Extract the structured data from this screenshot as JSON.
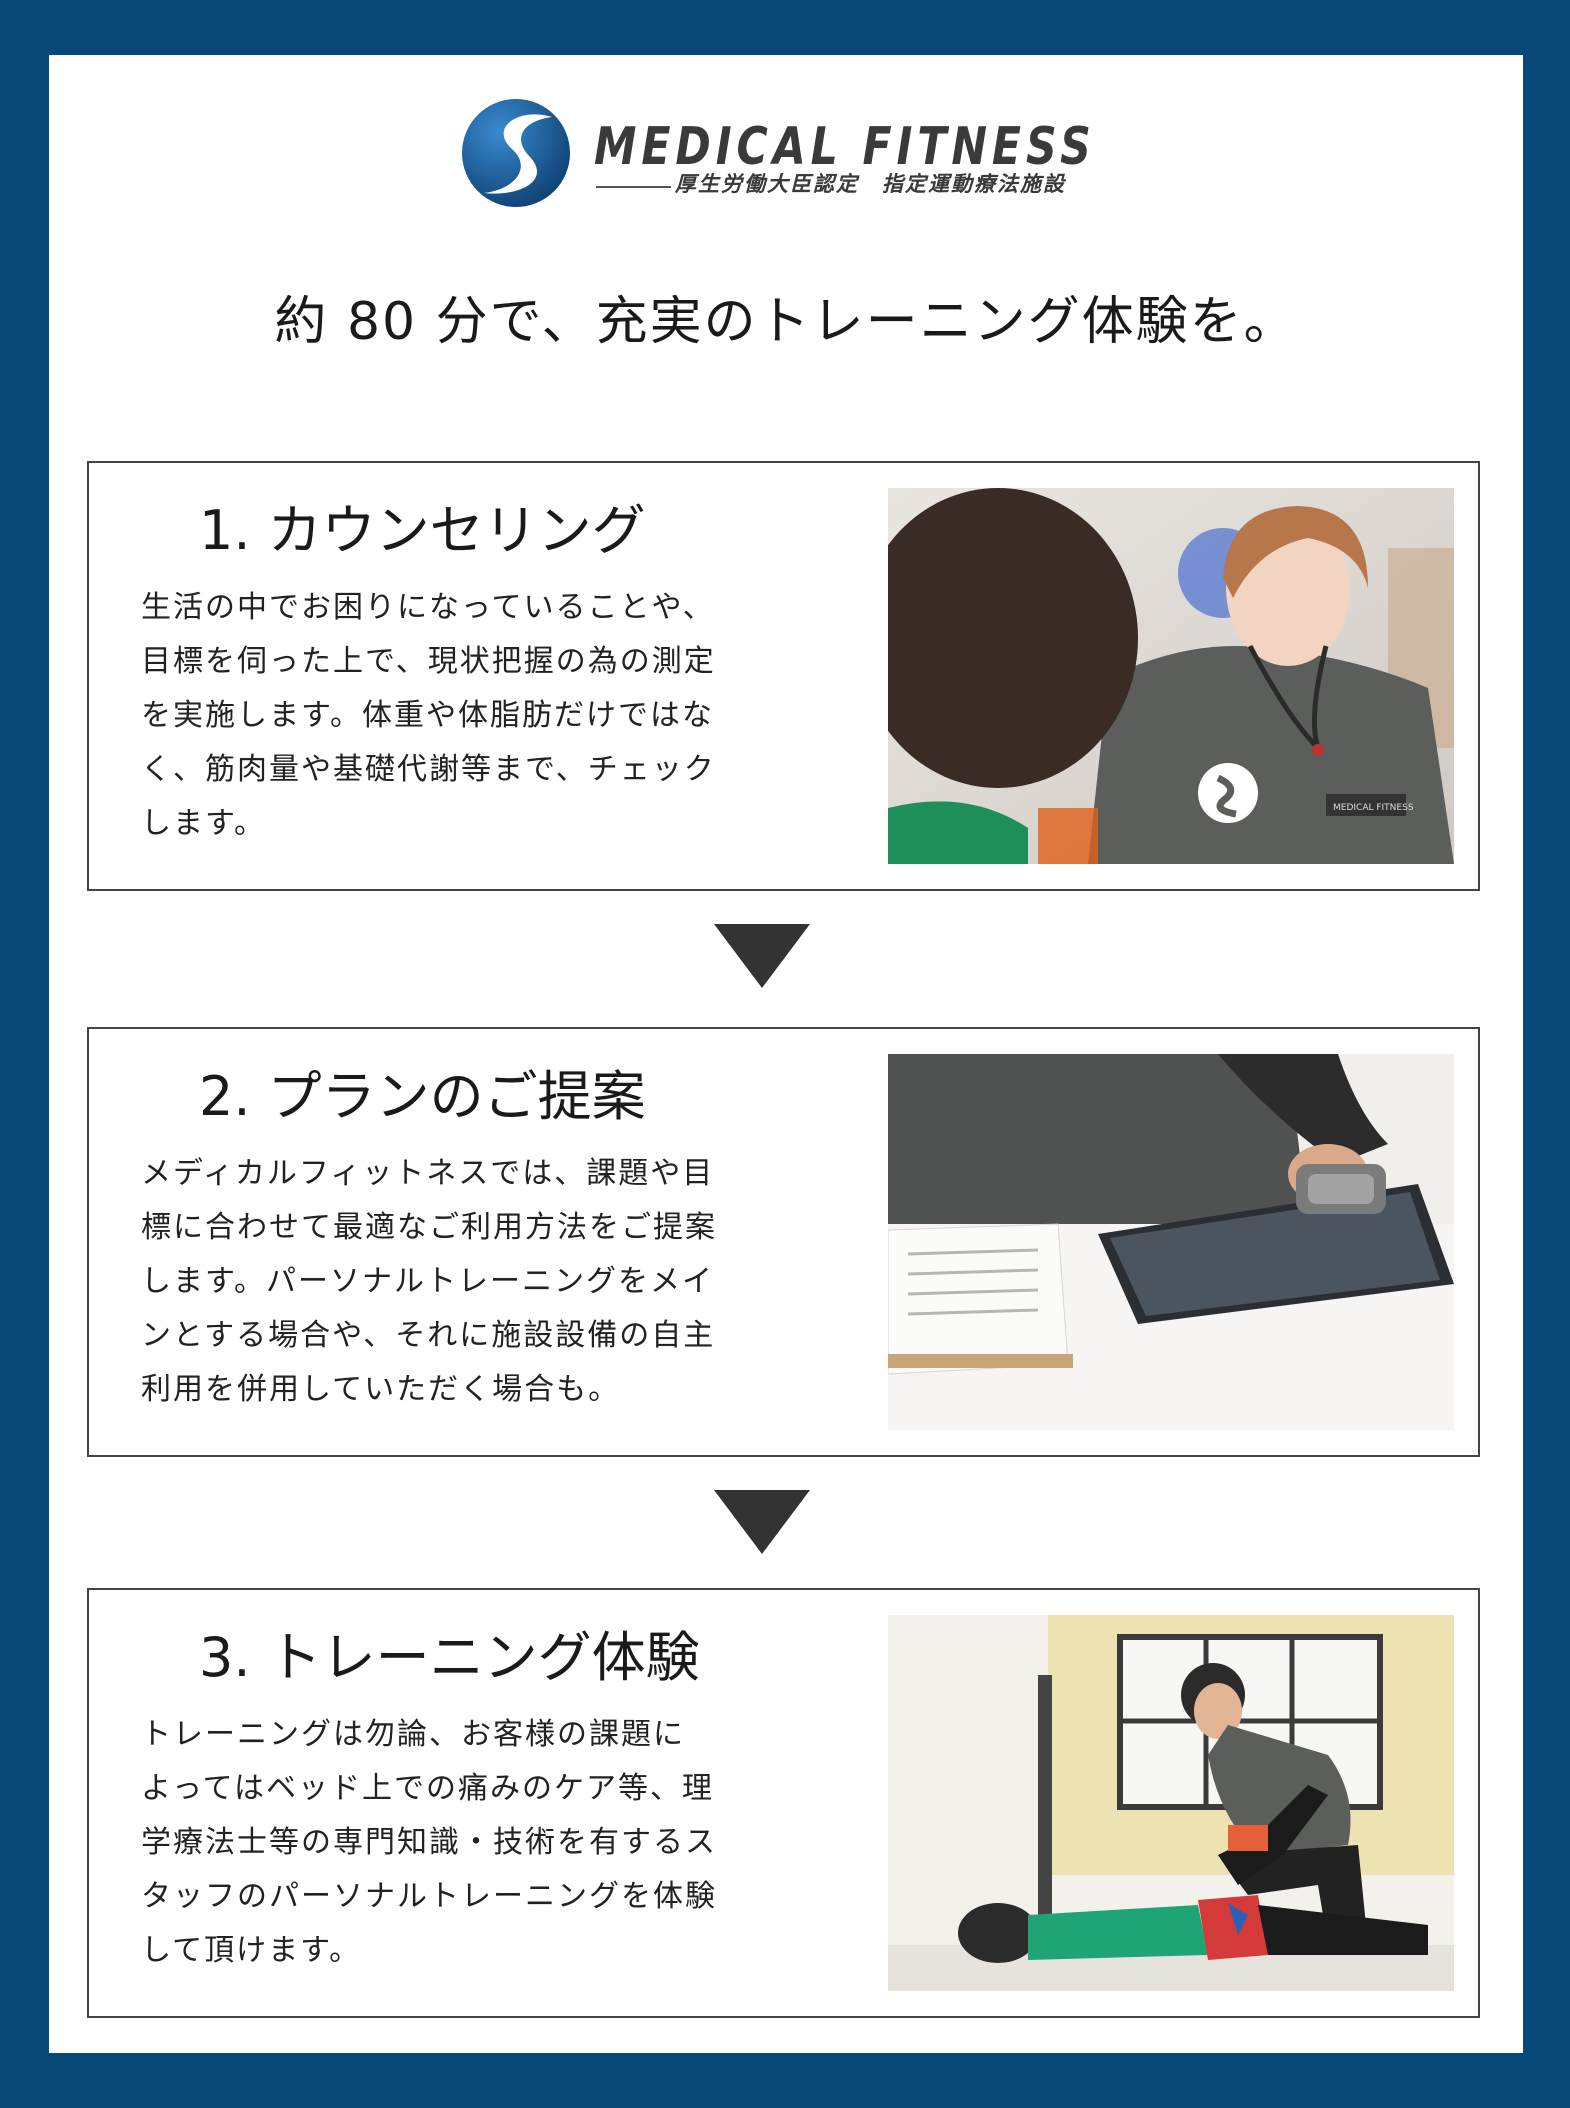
{
  "logo": {
    "title": "MEDICAL FITNESS",
    "subtitle": "厚生労働大臣認定　指定運動療法施設",
    "icon": "medical-fitness-logo-icon",
    "colors": {
      "mark": "#1a64a8",
      "mark_dark": "#0b3d6e"
    }
  },
  "headline": "約 80 分で、充実のトレーニング体験を。",
  "steps": [
    {
      "title": "1. カウンセリング",
      "lines": [
        "生活の中でお困りになっていることや、",
        "目標を伺った上で、現状把握の為の測定",
        "を実施します。体重や体脂肪だけではな",
        "く、筋肉量や基礎代謝等まで、チェック",
        "します。"
      ],
      "photo_logo": "MEDICAL FITNESS"
    },
    {
      "title": "2. プランのご提案",
      "lines": [
        "メディカルフィットネスでは、課題や目",
        "標に合わせて最適なご利用方法をご提案",
        "します。パーソナルトレーニングをメイ",
        "ンとする場合や、それに施設設備の自主",
        "利用を併用していただく場合も。"
      ]
    },
    {
      "title": "3. トレーニング体験",
      "lines": [
        "トレーニングは勿論、お客様の課題に",
        "よってはベッド上での痛みのケア等、理",
        "学療法士等の専門知識・技術を有するス",
        "タッフのパーソナルトレーニングを体験",
        "して頂けます。"
      ]
    }
  ],
  "colors": {
    "frame": "#084878",
    "panel": "#ffffff",
    "border": "#444444",
    "arrow": "#333333"
  },
  "icons": {
    "arrow": "down-triangle-icon"
  }
}
